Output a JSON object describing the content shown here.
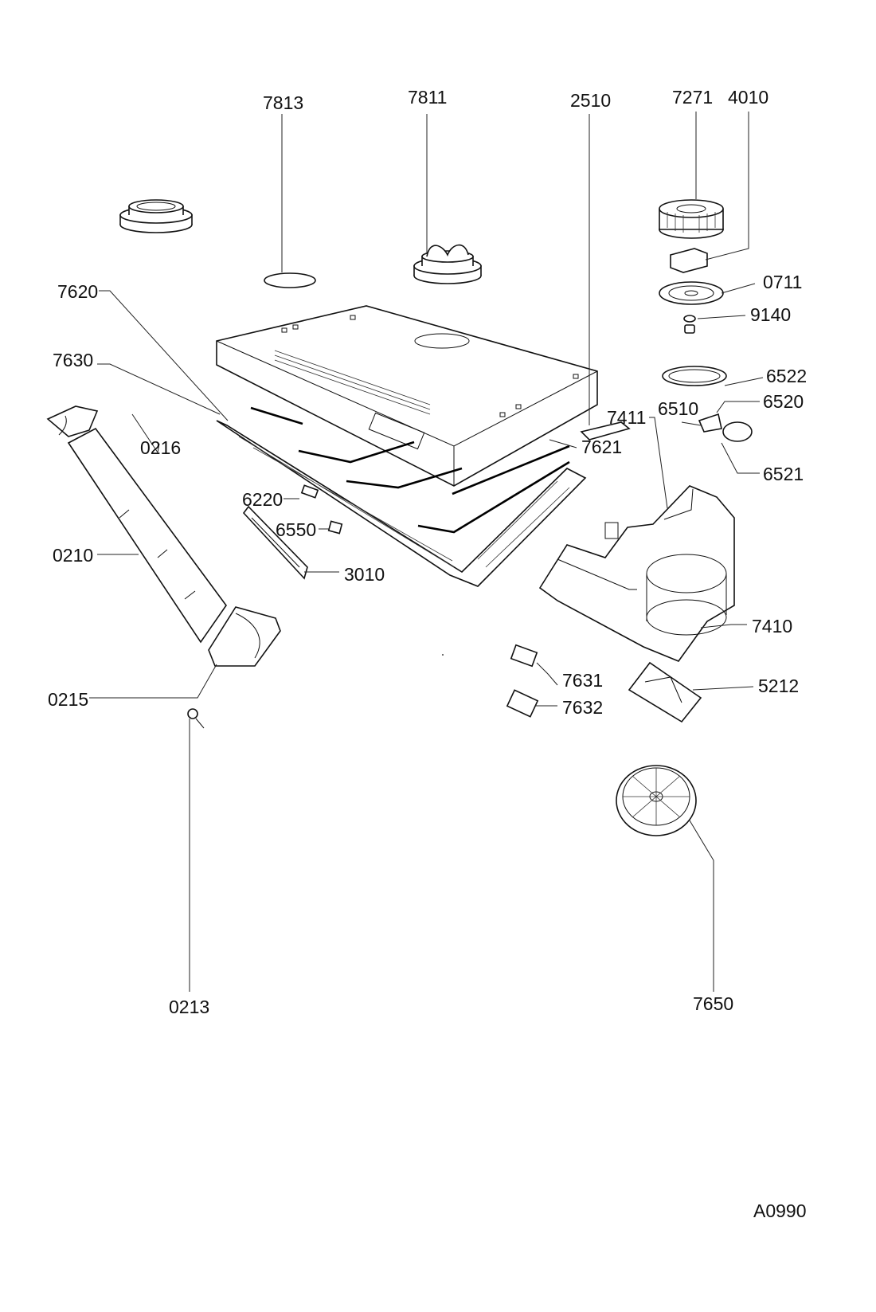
{
  "drawing_code": "A0990",
  "labels": {
    "p7813": "7813",
    "p7811": "7811",
    "p2510": "2510",
    "p7271": "7271",
    "p4010": "4010",
    "p0711": "0711",
    "p9140": "9140",
    "p6522": "6522",
    "p6520": "6520",
    "p6510": "6510",
    "p6521": "6521",
    "p7620": "7620",
    "p7630": "7630",
    "p0216": "0216",
    "p7621": "7621",
    "p7411": "7411",
    "p6220": "6220",
    "p6550": "6550",
    "p0210": "0210",
    "p3010": "3010",
    "p7410": "7410",
    "p0215": "0215",
    "p7631": "7631",
    "p7632": "7632",
    "p5212": "5212",
    "p0213": "0213",
    "p7650": "7650"
  }
}
